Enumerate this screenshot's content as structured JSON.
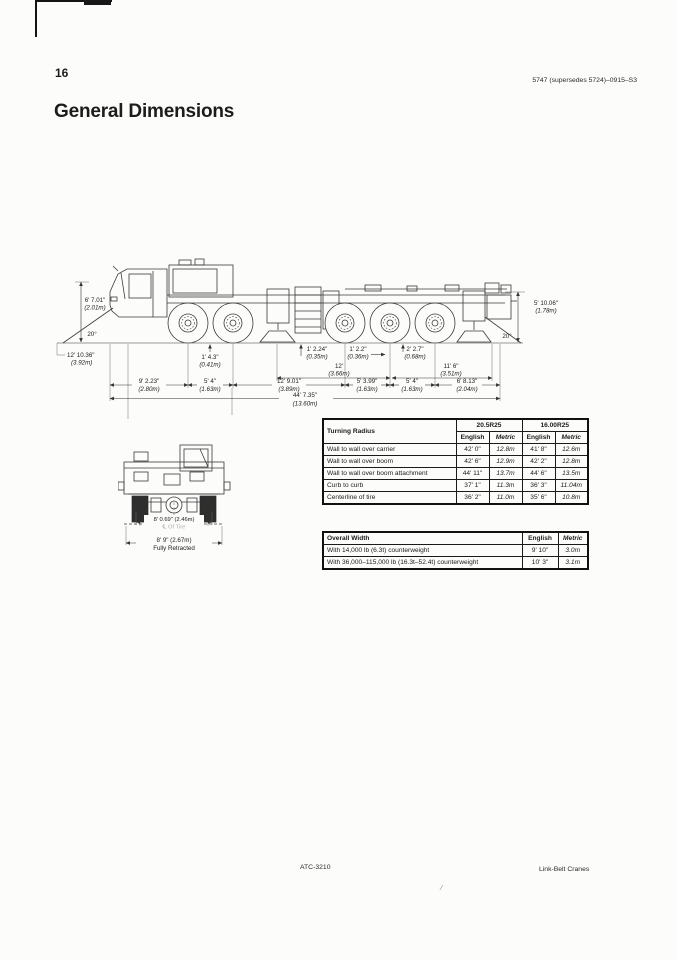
{
  "page": {
    "number": "16",
    "doc_code": "5747 (supersedes 5724)–0915–S3",
    "title": "General Dimensions",
    "footer_center": "ATC-3210",
    "footer_right": "Link-Belt Cranes",
    "stray_mark": "⁄"
  },
  "colors": {
    "paper": "#fcfcfa",
    "ink": "#1c1c1c",
    "drawing_line": "#3a3a3a"
  },
  "side_view": {
    "cab_height": {
      "en": "6' 7.01\"",
      "m": "(2.01m)"
    },
    "approach_angle": "20°",
    "departure_angle": "20°",
    "front_overhang": {
      "en": "12' 10.36\"",
      "m": "(3.92m)"
    },
    "frame_clearance": {
      "en": "1' 4.3\"",
      "m": "(0.41m)"
    },
    "clearance_a": {
      "en": "1' 2.24\"",
      "m": "(0.35m)"
    },
    "clearance_b": {
      "en": "1' 2.2\"",
      "m": "(0.36m)"
    },
    "clearance_c": {
      "en": "2' 2.7\"",
      "m": "(0.68m)"
    },
    "outrigger_span_front": {
      "en": "12'",
      "m": "(3.66m)"
    },
    "outrigger_span_rear": {
      "en": "11' 6\"",
      "m": "(3.51m)"
    },
    "rear_height": {
      "en": "5' 10.06\"",
      "m": "(1.78m)"
    },
    "chain": [
      {
        "en": "9' 2.23\"",
        "m": "(2.80m)"
      },
      {
        "en": "5' 4\"",
        "m": "(1.63m)"
      },
      {
        "en": "12' 9.01\"",
        "m": "(3.89m)"
      },
      {
        "en": "5' 3.99\"",
        "m": "(1.63m)"
      },
      {
        "en": "5' 4\"",
        "m": "(1.63m)"
      },
      {
        "en": "6' 8.13\"",
        "m": "(2.04m)"
      }
    ],
    "overall_length": {
      "en": "44' 7.35\"",
      "m": "(13.60m)"
    }
  },
  "rear_view": {
    "tread": {
      "en": "8' 0.69\" (2.46m)",
      "sub": "℄ Of Tire"
    },
    "width": {
      "en": "8' 9\" (2.67m)",
      "sub": "Fully Retracted"
    }
  },
  "turning_table": {
    "title": "Turning Radius",
    "tire_sizes": [
      "20.5R25",
      "16.00R25"
    ],
    "unit_headers": [
      "English",
      "Metric",
      "English",
      "Metric"
    ],
    "rows": [
      {
        "label": "Wall to wall over carrier",
        "values": [
          "42' 0\"",
          "12.8m",
          "41' 8\"",
          "12.6m"
        ]
      },
      {
        "label": "Wall to wall over boom",
        "values": [
          "42' 6\"",
          "12.9m",
          "42' 2\"",
          "12.8m"
        ]
      },
      {
        "label": "Wall to wall over boom attachment",
        "values": [
          "44' 11\"",
          "13.7m",
          "44' 6\"",
          "13.5m"
        ]
      },
      {
        "label": "Curb to curb",
        "values": [
          "37' 1\"",
          "11.3m",
          "36' 3\"",
          "11.04m"
        ]
      },
      {
        "label": "Centerline of tire",
        "values": [
          "36' 2\"",
          "11.0m",
          "35' 6\"",
          "10.8m"
        ]
      }
    ]
  },
  "width_table": {
    "title": "Overall Width",
    "unit_headers": [
      "English",
      "Metric"
    ],
    "rows": [
      {
        "label": "With 14,000 lb (6.3t) counterweight",
        "values": [
          "9' 10\"",
          "3.0m"
        ]
      },
      {
        "label": "With 36,000–115,000 lb (16.3t–52.4t) counterweight",
        "values": [
          "10' 3\"",
          "3.1m"
        ]
      }
    ]
  }
}
